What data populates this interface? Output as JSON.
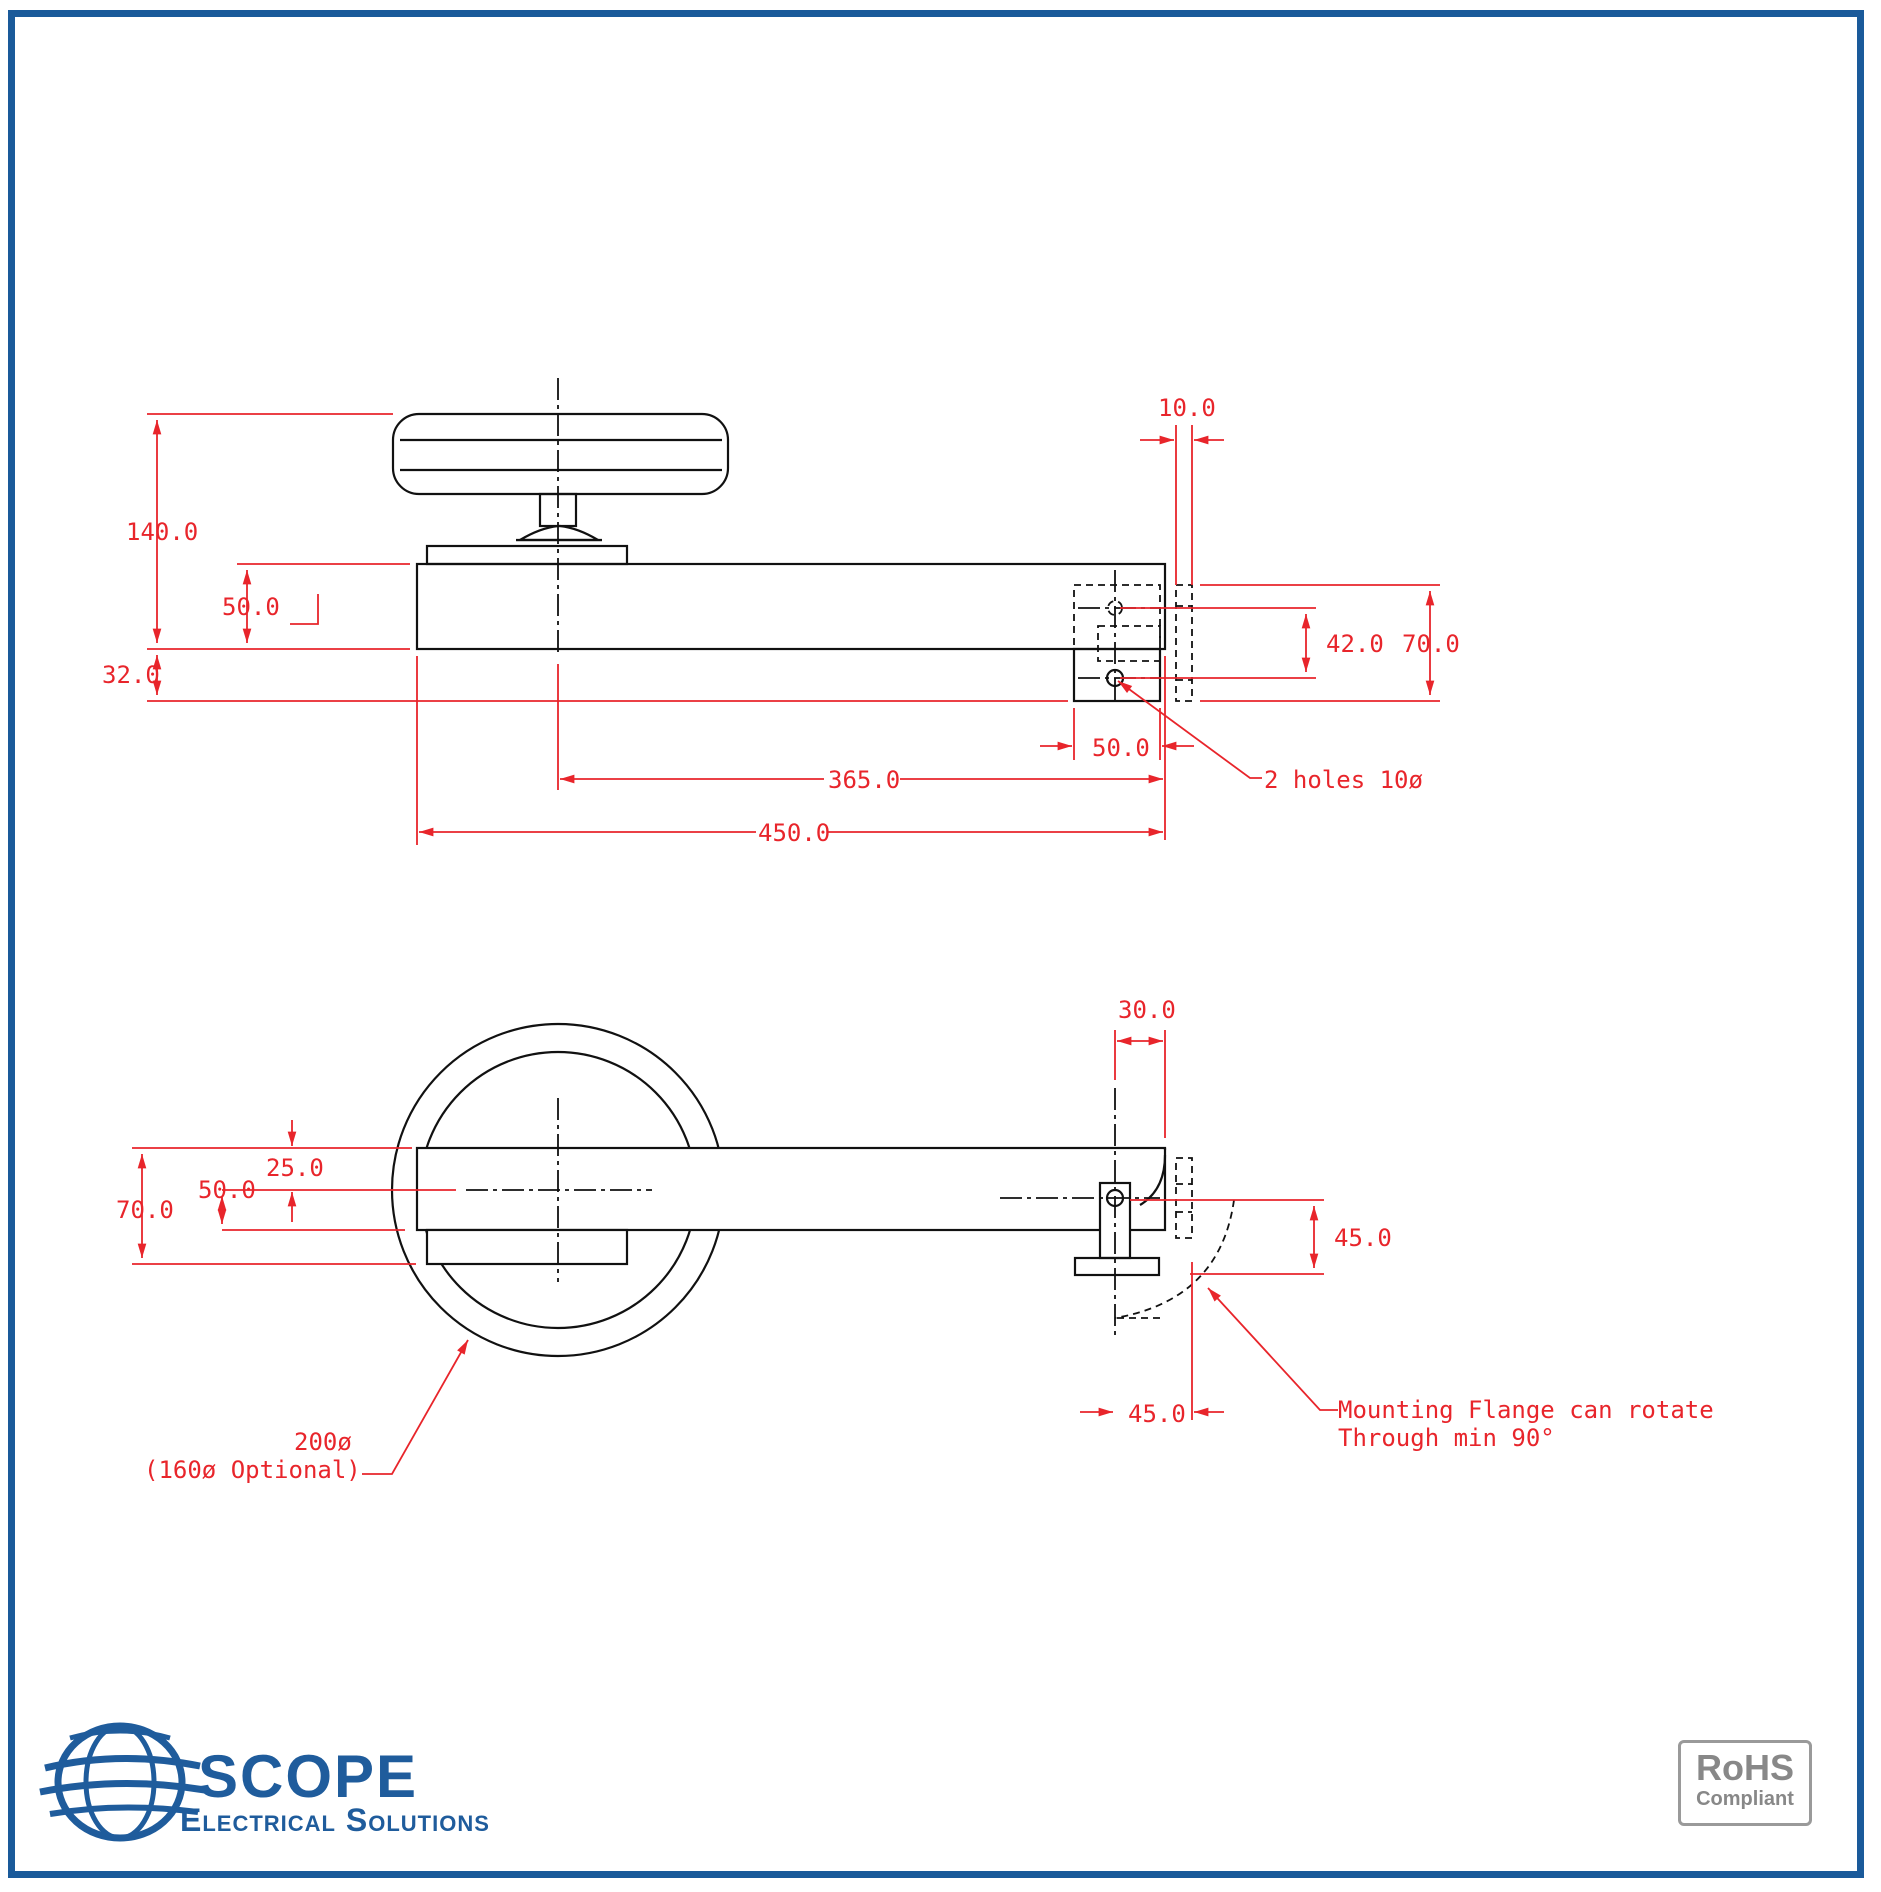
{
  "drawing": {
    "side_view": {
      "dim_overall_height": "140.0",
      "dim_bar_height": "50.0",
      "dim_flange_drop": "32.0",
      "dim_flange_thickness": "10.0",
      "dim_hole_pitch": "42.0",
      "dim_flange_height": "70.0",
      "dim_flange_width": "50.0",
      "dim_centre_distance": "365.0",
      "dim_overall_length": "450.0",
      "note_holes": "2 holes 10ø"
    },
    "plan_view": {
      "dim_width": "70.0",
      "dim_bar_width": "50.0",
      "dim_offset": "25.0",
      "dim_flange_offset": "30.0",
      "dim_flange_length": "45.0",
      "dim_flange_swing": "45.0",
      "note_diameter_1": "200ø",
      "note_diameter_2": "(160ø Optional)",
      "note_rotate_1": "Mounting Flange can rotate",
      "note_rotate_2": "Through min 90°"
    }
  },
  "footer": {
    "brand": "SCOPE",
    "brand_sub": "Electrical Solutions",
    "badge_title": "RoHS",
    "badge_sub": "Compliant"
  },
  "colors": {
    "frame": "#1a5a9a",
    "dimension": "#e8252b",
    "brand": "#1f5c9c",
    "badge": "#9a9a9a"
  }
}
